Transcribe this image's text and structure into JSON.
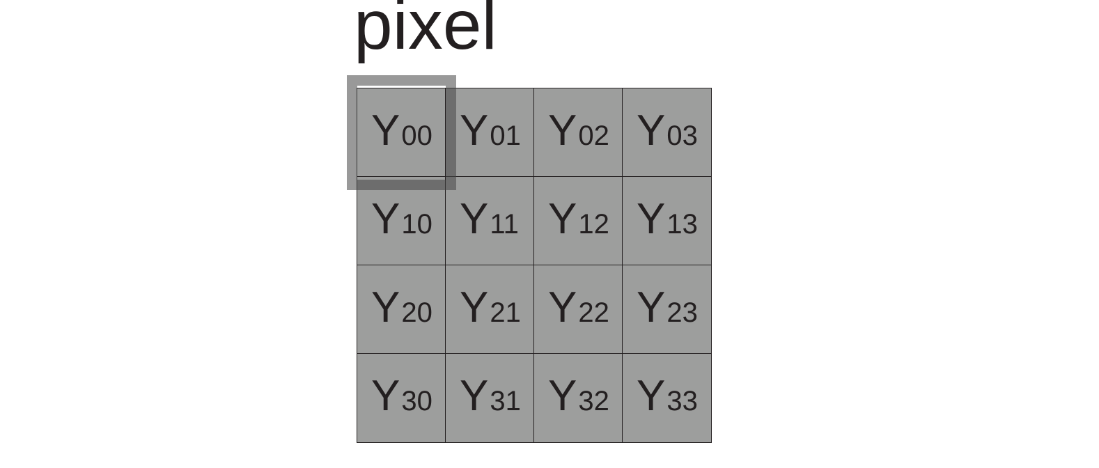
{
  "label": "pixel",
  "cells": [
    [
      {
        "symbol": "Y",
        "index": "00"
      },
      {
        "symbol": "Y",
        "index": "01"
      },
      {
        "symbol": "Y",
        "index": "02"
      },
      {
        "symbol": "Y",
        "index": "03"
      }
    ],
    [
      {
        "symbol": "Y",
        "index": "10"
      },
      {
        "symbol": "Y",
        "index": "11"
      },
      {
        "symbol": "Y",
        "index": "12"
      },
      {
        "symbol": "Y",
        "index": "13"
      }
    ],
    [
      {
        "symbol": "Y",
        "index": "20"
      },
      {
        "symbol": "Y",
        "index": "21"
      },
      {
        "symbol": "Y",
        "index": "22"
      },
      {
        "symbol": "Y",
        "index": "23"
      }
    ],
    [
      {
        "symbol": "Y",
        "index": "30"
      },
      {
        "symbol": "Y",
        "index": "31"
      },
      {
        "symbol": "Y",
        "index": "32"
      },
      {
        "symbol": "Y",
        "index": "33"
      }
    ]
  ],
  "colors": {
    "cell_fill": "#9d9e9d",
    "grid_line": "#231f20",
    "text": "#231f20",
    "highlight": "#464646"
  }
}
